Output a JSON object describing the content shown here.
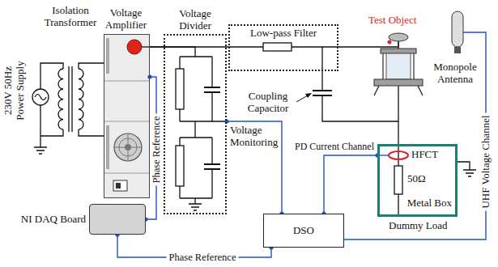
{
  "diagram": {
    "nodes": [
      {
        "text": [
          "Voltage Amplifier"
        ]
      },
      {
        "text": [
          "Voltage Divider"
        ]
      },
      {
        "text": [
          "Low-pass Filter"
        ]
      },
      {
        "text": [
          "DSO"
        ]
      },
      {
        "text": [
          "Metal Box"
        ]
      },
      {
        "text": [
          "NI DAQ Board"
        ]
      }
    ],
    "edges": [
      {
        "from": 0,
        "to": 1,
        "arrow": "none"
      },
      {
        "from": 0,
        "to": 2,
        "arrow": "none"
      },
      {
        "from": 0,
        "to": 5,
        "label": "Phase Reference",
        "arrow": "none"
      },
      {
        "from": 5,
        "to": 3,
        "label": "Phase Reference",
        "arrow": "none"
      },
      {
        "from": 1,
        "to": 3,
        "label": "Voltage Monitoring",
        "arrow": "none"
      },
      {
        "from": 4,
        "to": 3,
        "label": "PD Current Channel",
        "arrow": "none"
      }
    ],
    "labels": [
      "230V 50Hz Power Supply",
      "Isolation Transformer",
      "Test Object",
      "Monopole Antenna",
      "Coupling Capacitor",
      "HFCT",
      "50Ω",
      "Dummy Load",
      "UHF Voltage Channel"
    ]
  }
}
